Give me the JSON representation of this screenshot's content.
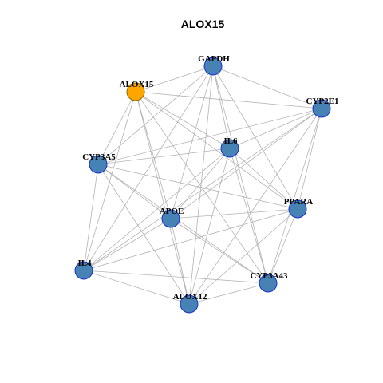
{
  "title": "ALOX15",
  "colors": {
    "node_fill": "#4682B4",
    "node_stroke": "#1a2fcf",
    "highlight_fill": "#FFA500",
    "highlight_stroke": "#8a6a00",
    "edge": "#b3b3b3"
  },
  "nodes": [
    {
      "id": "GAPDH",
      "label": "GAPDH",
      "highlight": false
    },
    {
      "id": "ALOX15",
      "label": "ALOX15",
      "highlight": true
    },
    {
      "id": "CYP2E1",
      "label": "CYP2E1",
      "highlight": false
    },
    {
      "id": "IL6",
      "label": "IL6",
      "highlight": false
    },
    {
      "id": "CYP3A5",
      "label": "CYP3A5",
      "highlight": false
    },
    {
      "id": "PPARA",
      "label": "PPARA",
      "highlight": false
    },
    {
      "id": "APOE",
      "label": "APOE",
      "highlight": false
    },
    {
      "id": "IL4",
      "label": "IL4",
      "highlight": false
    },
    {
      "id": "CYP3A43",
      "label": "CYP3A43",
      "highlight": false
    },
    {
      "id": "ALOX12",
      "label": "ALOX12",
      "highlight": false
    }
  ],
  "edges": [
    [
      "GAPDH",
      "ALOX15"
    ],
    [
      "GAPDH",
      "CYP2E1"
    ],
    [
      "GAPDH",
      "IL6"
    ],
    [
      "GAPDH",
      "CYP3A5"
    ],
    [
      "GAPDH",
      "PPARA"
    ],
    [
      "GAPDH",
      "APOE"
    ],
    [
      "GAPDH",
      "IL4"
    ],
    [
      "GAPDH",
      "CYP3A43"
    ],
    [
      "GAPDH",
      "ALOX12"
    ],
    [
      "ALOX15",
      "CYP2E1"
    ],
    [
      "ALOX15",
      "IL6"
    ],
    [
      "ALOX15",
      "CYP3A5"
    ],
    [
      "ALOX15",
      "APOE"
    ],
    [
      "ALOX15",
      "IL4"
    ],
    [
      "ALOX15",
      "ALOX12"
    ],
    [
      "ALOX15",
      "PPARA"
    ],
    [
      "ALOX15",
      "CYP3A43"
    ],
    [
      "CYP2E1",
      "IL6"
    ],
    [
      "CYP2E1",
      "CYP3A5"
    ],
    [
      "CYP2E1",
      "PPARA"
    ],
    [
      "CYP2E1",
      "APOE"
    ],
    [
      "CYP2E1",
      "IL4"
    ],
    [
      "CYP2E1",
      "CYP3A43"
    ],
    [
      "CYP2E1",
      "ALOX12"
    ],
    [
      "IL6",
      "CYP3A5"
    ],
    [
      "IL6",
      "PPARA"
    ],
    [
      "IL6",
      "APOE"
    ],
    [
      "IL6",
      "IL4"
    ],
    [
      "IL6",
      "CYP3A43"
    ],
    [
      "IL6",
      "ALOX12"
    ],
    [
      "CYP3A5",
      "PPARA"
    ],
    [
      "CYP3A5",
      "APOE"
    ],
    [
      "CYP3A5",
      "IL4"
    ],
    [
      "CYP3A5",
      "CYP3A43"
    ],
    [
      "CYP3A5",
      "ALOX12"
    ],
    [
      "PPARA",
      "APOE"
    ],
    [
      "PPARA",
      "IL4"
    ],
    [
      "PPARA",
      "CYP3A43"
    ],
    [
      "PPARA",
      "ALOX12"
    ],
    [
      "APOE",
      "IL4"
    ],
    [
      "APOE",
      "CYP3A43"
    ],
    [
      "APOE",
      "ALOX12"
    ],
    [
      "IL4",
      "CYP3A43"
    ],
    [
      "IL4",
      "ALOX12"
    ],
    [
      "CYP3A43",
      "ALOX12"
    ]
  ]
}
